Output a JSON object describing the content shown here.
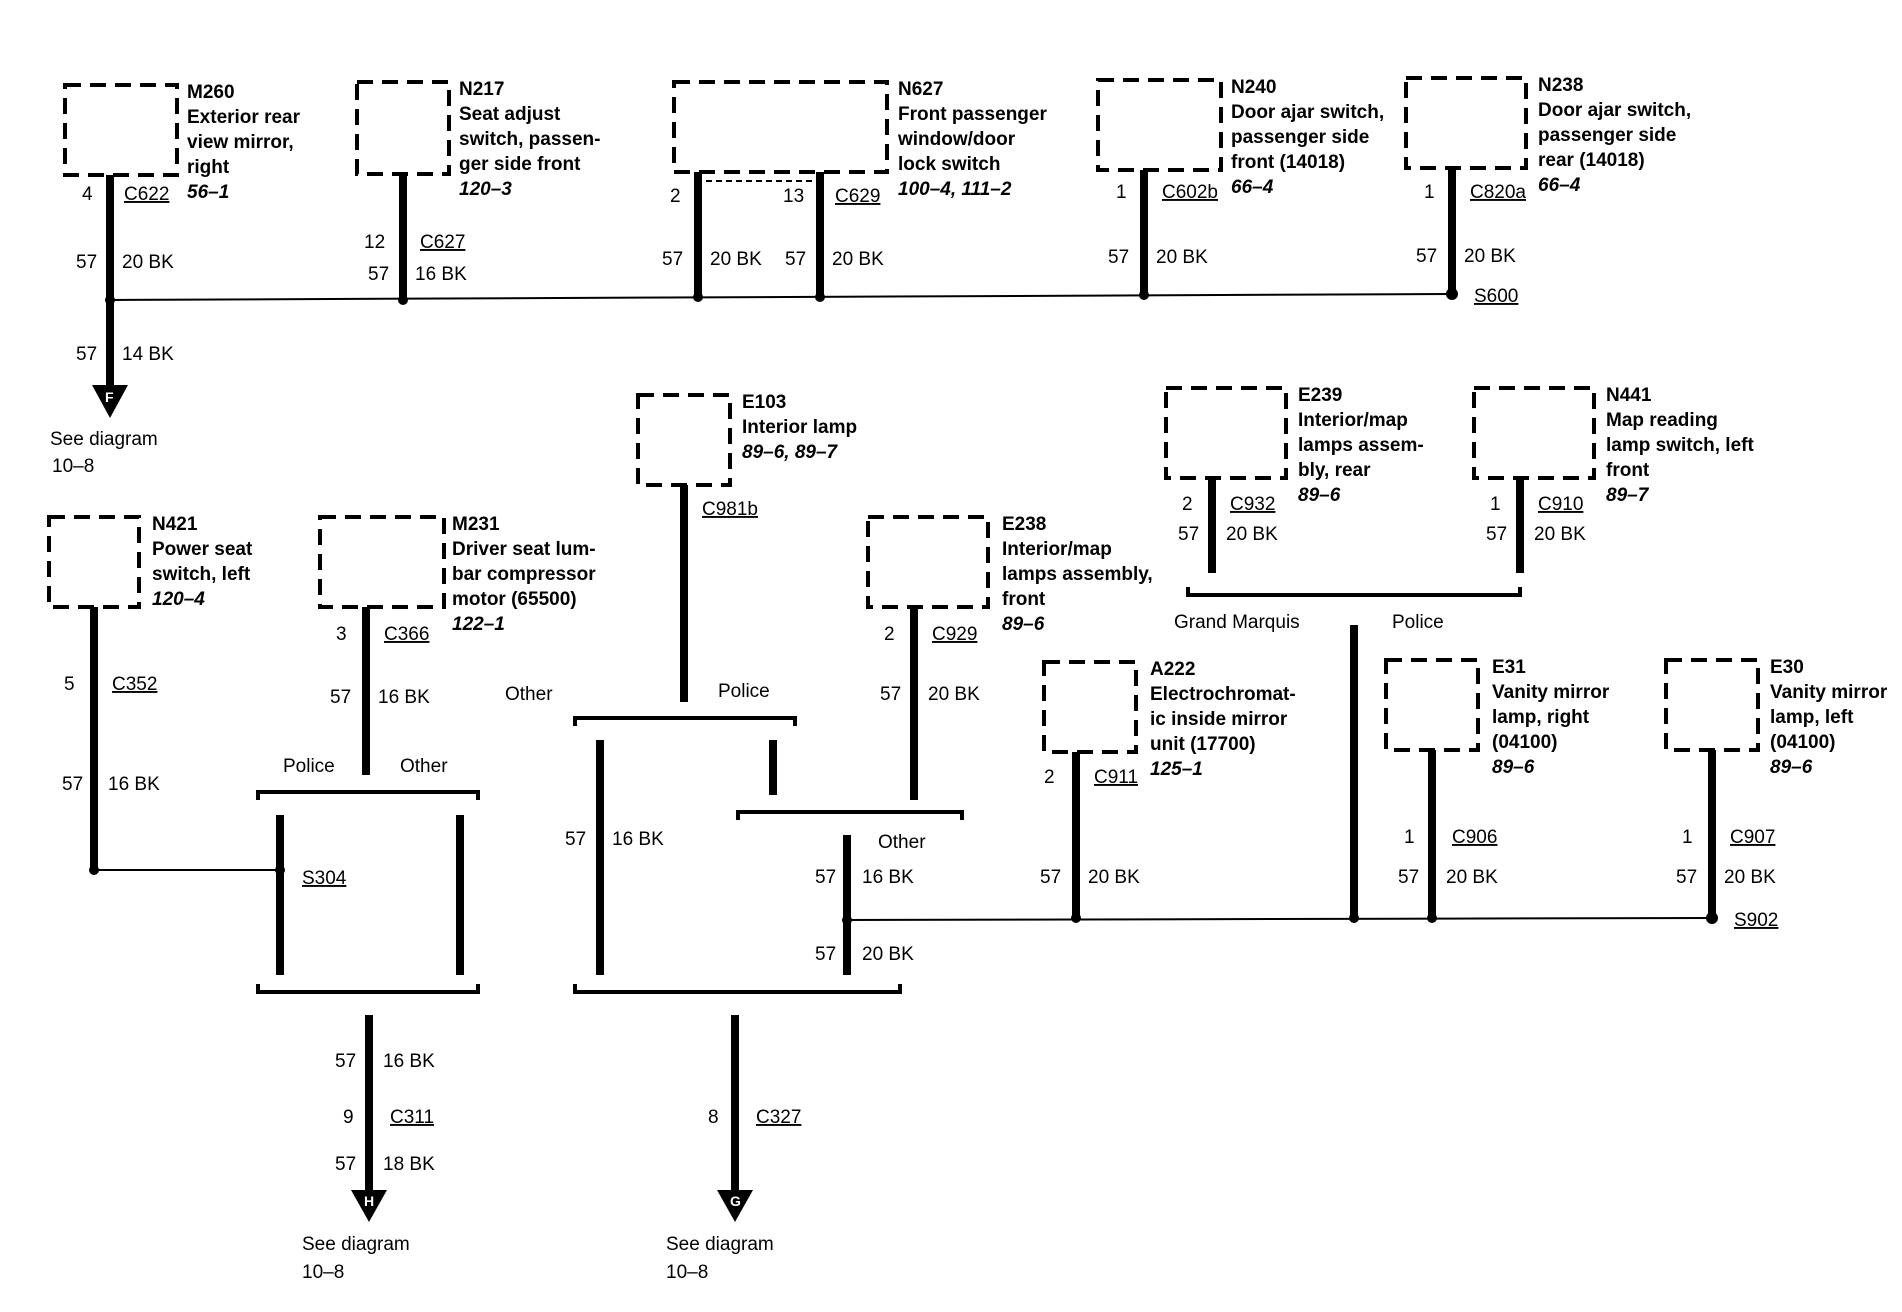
{
  "components": {
    "m260": {
      "id": "M260",
      "lines": [
        "Exterior rear",
        "view mirror,",
        "right"
      ],
      "ref": "56–1"
    },
    "n217": {
      "id": "N217",
      "lines": [
        "Seat adjust",
        "switch, passen-",
        "ger side front"
      ],
      "ref": "120–3"
    },
    "n627": {
      "id": "N627",
      "lines": [
        "Front passenger",
        "window/door",
        "lock switch"
      ],
      "ref": "100–4, 111–2"
    },
    "n240": {
      "id": "N240",
      "lines": [
        "Door ajar switch,",
        "passenger side",
        "front (14018)"
      ],
      "ref": "66–4"
    },
    "n238": {
      "id": "N238",
      "lines": [
        "Door ajar switch,",
        "passenger side",
        "rear (14018)"
      ],
      "ref": "66–4"
    },
    "e103": {
      "id": "E103",
      "lines": [
        "Interior lamp"
      ],
      "ref": "89–6, 89–7"
    },
    "e239": {
      "id": "E239",
      "lines": [
        "Interior/map",
        "lamps assem-",
        "bly, rear"
      ],
      "ref": "89–6"
    },
    "n441": {
      "id": "N441",
      "lines": [
        "Map reading",
        "lamp switch, left",
        "front"
      ],
      "ref": "89–7"
    },
    "n421": {
      "id": "N421",
      "lines": [
        "Power seat",
        "switch, left"
      ],
      "ref": "120–4"
    },
    "m231": {
      "id": "M231",
      "lines": [
        "Driver seat lum-",
        "bar compressor",
        "motor (65500)"
      ],
      "ref": "122–1"
    },
    "e238": {
      "id": "E238",
      "lines": [
        "Interior/map",
        "lamps assembly,",
        "front"
      ],
      "ref": "89–6"
    },
    "a222": {
      "id": "A222",
      "lines": [
        "Electrochromat-",
        "ic inside mirror",
        "unit (17700)"
      ],
      "ref": "125–1"
    },
    "e31": {
      "id": "E31",
      "lines": [
        "Vanity mirror",
        "lamp, right",
        "(04100)"
      ],
      "ref": "89–6"
    },
    "e30": {
      "id": "E30",
      "lines": [
        "Vanity mirror",
        "lamp, left",
        "(04100)"
      ],
      "ref": "89–6"
    }
  },
  "connectors": {
    "c622": "C622",
    "c627": "C627",
    "c629": "C629",
    "c602b": "C602b",
    "c820a": "C820a",
    "c981b": "C981b",
    "c932": "C932",
    "c910": "C910",
    "c352": "C352",
    "c366": "C366",
    "c929": "C929",
    "c911": "C911",
    "c906": "C906",
    "c907": "C907",
    "c311": "C311",
    "c327": "C327"
  },
  "splices": {
    "s600": "S600",
    "s304": "S304",
    "s902": "S902"
  },
  "pins": {
    "c622": "4",
    "c627": "12",
    "n627_a": "2",
    "c629": "13",
    "c602b": "1",
    "c820a": "1",
    "c932": "2",
    "c910": "1",
    "c352": "5",
    "c366": "3",
    "c929": "2",
    "c911": "2",
    "c906": "1",
    "c907": "1",
    "c311": "9",
    "c327": "8"
  },
  "circuit": "57",
  "wires": {
    "bk20": "20 BK",
    "bk16": "16 BK",
    "bk14": "14 BK",
    "bk18": "18 BK"
  },
  "options": {
    "police": "Police",
    "other": "Other",
    "grand_marquis": "Grand Marquis"
  },
  "arrows": {
    "f": "F",
    "g": "G",
    "h": "H"
  },
  "see_diagram": {
    "label": "See diagram",
    "page": "10–8"
  }
}
